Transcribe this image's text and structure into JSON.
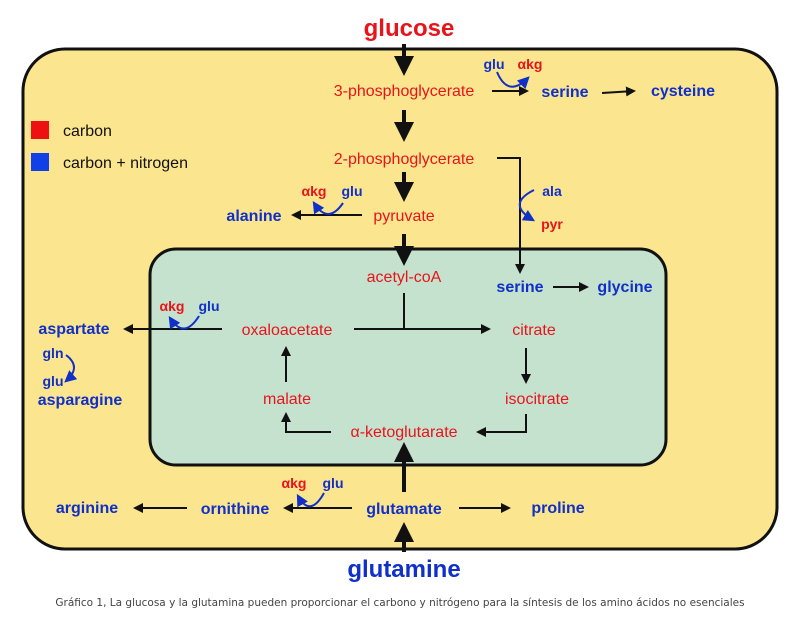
{
  "title_top": "glucose",
  "title_bottom": "glutamine",
  "legend": [
    {
      "label": "carbon",
      "color": "#ee1111"
    },
    {
      "label": "carbon + nitrogen",
      "color": "#1040e8"
    }
  ],
  "colors": {
    "cell": "#fbe58e",
    "mito": "#c5e2cf",
    "carbon_text": "#e8141b",
    "nitrogen_text": "#1030c8"
  },
  "metabolites": {
    "pg3": "3-phosphoglycerate",
    "pg2": "2-phosphoglycerate",
    "pyruvate": "pyruvate",
    "acetylcoa": "acetyl-coA",
    "oxaloacetate": "oxaloacetate",
    "citrate": "citrate",
    "malate": "malate",
    "isocitrate": "isocitrate",
    "akg": "α-ketoglutarate"
  },
  "amino_acids": {
    "serine_top": "serine",
    "cysteine": "cysteine",
    "alanine": "alanine",
    "serine_mito": "serine",
    "glycine": "glycine",
    "aspartate": "aspartate",
    "asparagine": "asparagine",
    "glutamate": "glutamate",
    "proline": "proline",
    "ornithine": "ornithine",
    "arginine": "arginine"
  },
  "cofactors": {
    "serine_glu": "glu",
    "serine_akg": "αkg",
    "ala_akg": "αkg",
    "ala_glu": "glu",
    "mid_ala": "ala",
    "mid_pyr": "pyr",
    "asp_akg": "αkg",
    "asp_glu": "glu",
    "asn_gln": "gln",
    "asn_glu": "glu",
    "orn_akg": "αkg",
    "orn_glu": "glu"
  },
  "caption": "Gráfico 1, La glucosa y la glutamina pueden proporcionar el carbono y nitrógeno para la síntesis de los amino ácidos no esenciales"
}
